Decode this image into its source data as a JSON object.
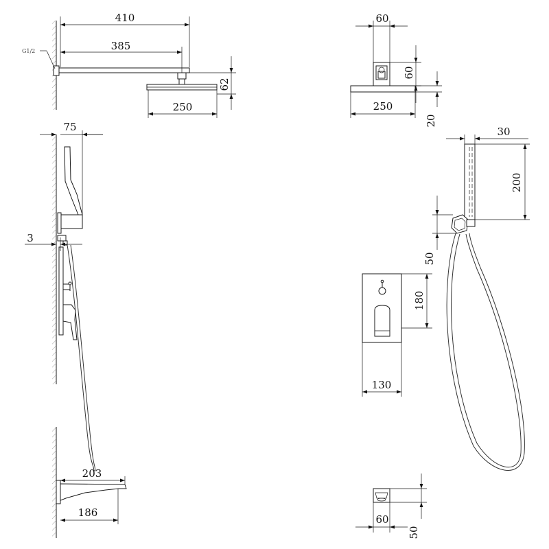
{
  "dimensions": {
    "arm_total": "410",
    "arm_length": "385",
    "thread": "G1/2",
    "head_drop": "62",
    "head_width_side": "250",
    "mount_width": "60",
    "mount_height": "60",
    "head_width_front": "250",
    "head_thickness": "20",
    "holder_depth": "75",
    "wall_gap": "3",
    "holder_width": "30",
    "holder_height": "200",
    "elbow_height": "50",
    "valve_height": "180",
    "valve_width": "130",
    "spout_length_top": "203",
    "spout_length_bottom": "186",
    "spout_width": "60",
    "spout_height": "50"
  }
}
